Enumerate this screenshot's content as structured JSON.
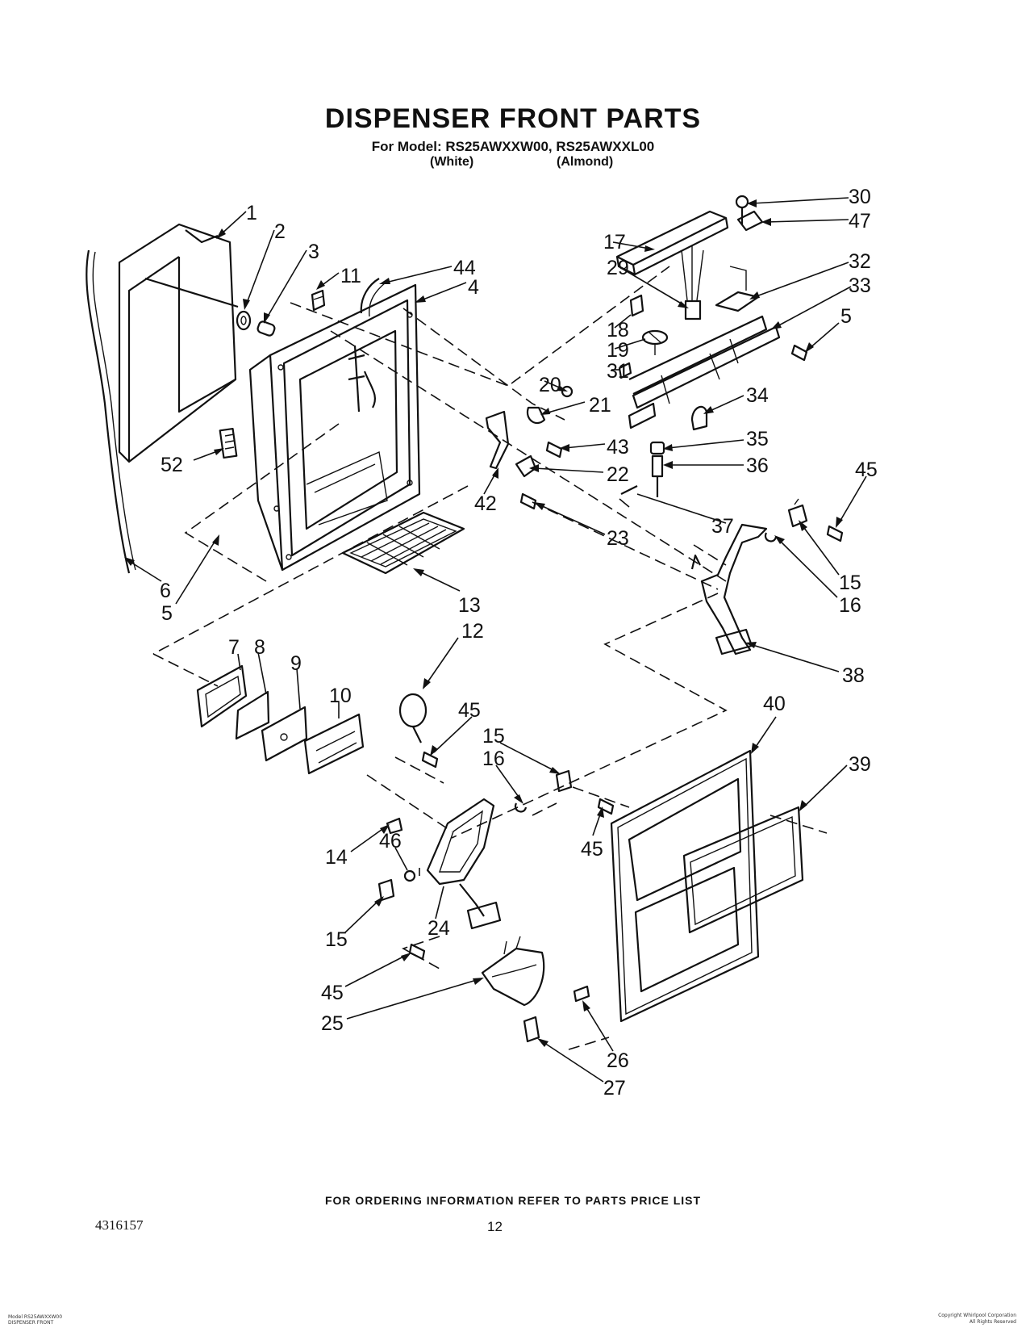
{
  "header": {
    "title": "DISPENSER FRONT PARTS",
    "model_line": "For Model: RS25AWXXW00, RS25AWXXL00",
    "variant_white": "(White)",
    "variant_almond": "(Almond)"
  },
  "footer": {
    "ordering_note": "FOR ORDERING INFORMATION REFER TO PARTS PRICE LIST",
    "doc_number": "4316157",
    "page_number": "12",
    "fine_print_left": [
      "Model RS25AWXXW00",
      "DISPENSER FRONT"
    ],
    "fine_print_right": [
      "Copyright Whirlpool Corporation",
      "All Rights Reserved"
    ]
  },
  "callouts": {
    "c1": "1",
    "c2": "2",
    "c3": "3",
    "c4": "4",
    "c5a": "5",
    "c5b": "5",
    "c6": "6",
    "c7": "7",
    "c8": "8",
    "c9": "9",
    "c10": "10",
    "c11": "11",
    "c12": "12",
    "c13": "13",
    "c14": "14",
    "c15a": "15",
    "c15b": "15",
    "c15c": "15",
    "c16a": "16",
    "c16b": "16",
    "c17": "17",
    "c18": "18",
    "c19": "19",
    "c20": "20",
    "c21": "21",
    "c22": "22",
    "c23": "23",
    "c24": "24",
    "c25": "25",
    "c26": "26",
    "c27": "27",
    "c29": "29",
    "c30": "30",
    "c31": "31",
    "c32": "32",
    "c33": "33",
    "c34": "34",
    "c35": "35",
    "c36": "36",
    "c37": "37",
    "c38": "38",
    "c39": "39",
    "c40": "40",
    "c42": "42",
    "c43": "43",
    "c44": "44",
    "c45a": "45",
    "c45b": "45",
    "c45c": "45",
    "c45d": "45",
    "c46": "46",
    "c47": "47",
    "c52": "52"
  }
}
